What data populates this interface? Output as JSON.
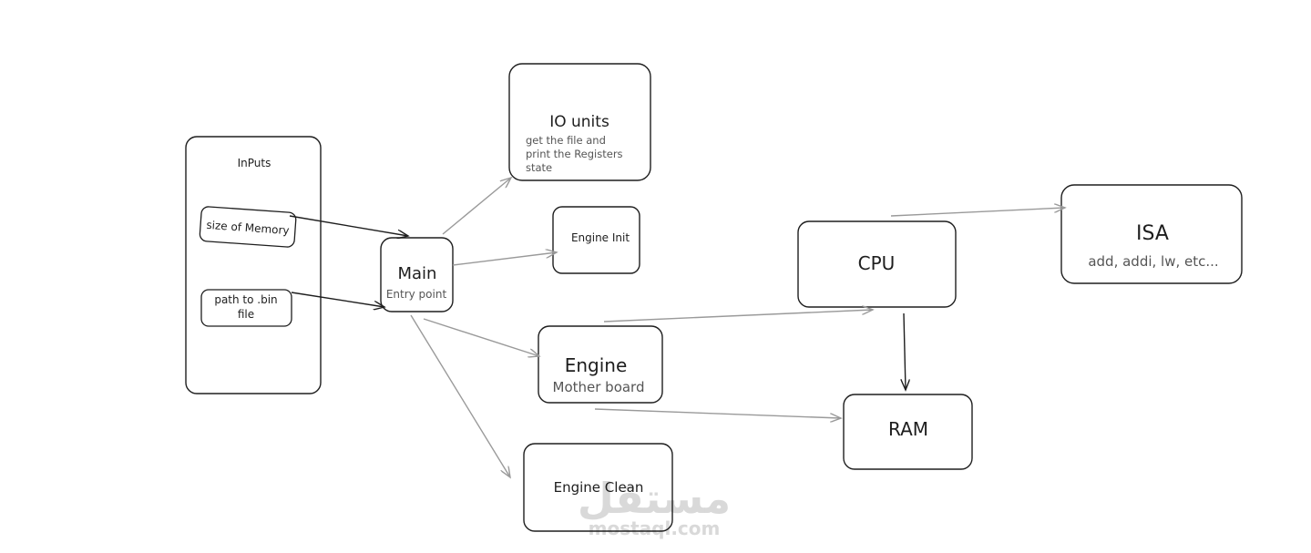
{
  "inputs": {
    "title": "InPuts",
    "items": [
      "size of Memory",
      "path to .bin file"
    ]
  },
  "main": {
    "title": "Main",
    "subtitle": "Entry point"
  },
  "io_units": {
    "title": "IO units",
    "lines": [
      "get the file and",
      "print the Registers",
      "state"
    ]
  },
  "engine_init": {
    "title": "Engine Init"
  },
  "engine": {
    "title": "Engine",
    "subtitle": "Mother board"
  },
  "engine_clean": {
    "title": "Engine Clean"
  },
  "cpu": {
    "title": "CPU"
  },
  "isa": {
    "title": "ISA",
    "subtitle": "add, addi, lw, etc..."
  },
  "ram": {
    "title": "RAM"
  },
  "watermark": {
    "arabic": "مستقل",
    "latin": "mostaql.com"
  },
  "colors": {
    "stroke": "#1e1e1e",
    "connector_gray": "#9a9a9a",
    "watermark": "#d9d9d9"
  }
}
